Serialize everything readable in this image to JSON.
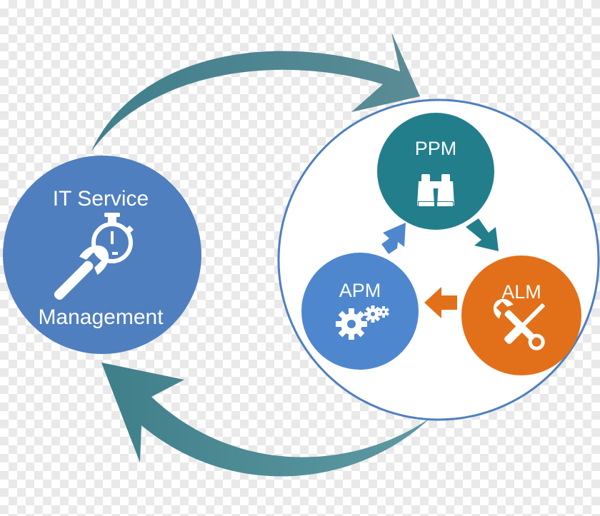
{
  "itsm": {
    "line1": "IT Service",
    "line2": "Management",
    "color": "#4f7fbf",
    "icon": "wrench-stopwatch-icon"
  },
  "nodes": {
    "ppm": {
      "label": "PPM",
      "color": "#237e8b",
      "icon": "binoculars-icon"
    },
    "apm": {
      "label": "APM",
      "color": "#4f87cf",
      "icon": "gears-icon"
    },
    "alm": {
      "label": "ALM",
      "color": "#e2701a",
      "icon": "tools-icon"
    }
  },
  "colors": {
    "cycle_arrow": "#4a8a93",
    "ring": "#4f7fbf"
  }
}
